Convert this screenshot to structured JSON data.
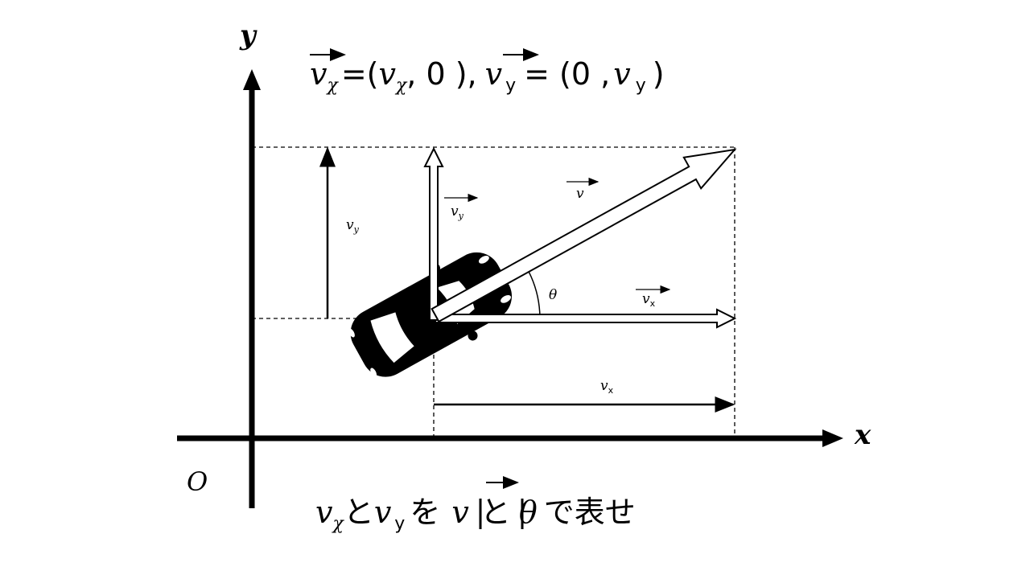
{
  "formula": {
    "vx_vec": "v",
    "vx_sub": "χ",
    "eq1": "=(",
    "vx_comp": "v",
    "vx_comp_sub": "χ",
    "zero1": ", 0 ),",
    "vy_vec": "v",
    "vy_sub": "y",
    "eq2": "= (0 ,",
    "vy_comp": "v",
    "vy_comp_sub": "y",
    "close": ")"
  },
  "axes": {
    "x_label": "x",
    "y_label": "y",
    "origin_label": "O"
  },
  "labels": {
    "vy_dim": "v",
    "vy_dim_sub": "y",
    "vx_dim": "v",
    "vx_dim_sub": "x",
    "vy_vec": "v",
    "vy_vec_sub": "y",
    "v_vec": "v",
    "vx_vec": "v",
    "vx_vec_sub": "x",
    "theta": "θ"
  },
  "question": {
    "p1": "v",
    "p1_sub": "χ",
    "p2": "と",
    "p3": "v",
    "p3_sub": "y",
    "p4": "を",
    "p5": "v",
    "p6": "と",
    "p7": "θ",
    "p8": "で表せ"
  }
}
